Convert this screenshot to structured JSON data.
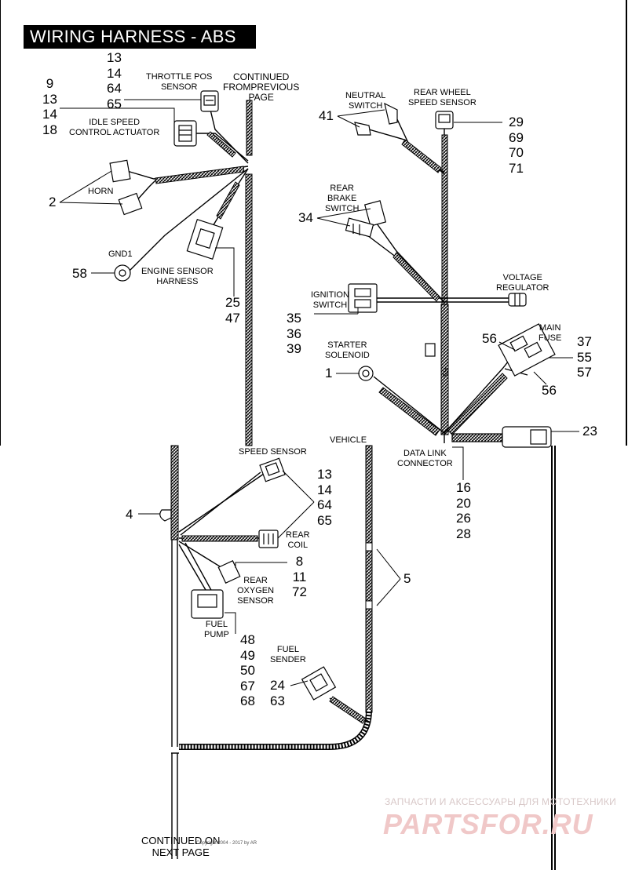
{
  "title": "WIRING HARNESS - ABS",
  "labels": {
    "continued_prev": "CONTINUED\nFROMPREVIOUS\nPAGE",
    "throttle": "THROTTLE POS\nSENSOR",
    "idle": "IDLE SPEED\nCONTROL ACTUATOR",
    "horn": "HORN",
    "gnd1": "GND1",
    "engine_sensor": "ENGINE SENSOR\nHARNESS",
    "neutral": "NEUTRAL\nSWITCH",
    "rear_wheel": "REAR WHEEL\nSPEED SENSOR",
    "rear_brake": "REAR\nBRAKE\nSWITCH",
    "voltage_reg": "VOLTAGE\nREGULATOR",
    "ignition": "IGNITION\nSWITCH",
    "starter": "STARTER\nSOLENOID",
    "main_fuse": "MAIN\nFUSE",
    "vehicle": "VEHICLE",
    "data_link": "DATA LINK\nCONNECTOR",
    "speed_sensor": "SPEED SENSOR",
    "rear_coil": "REAR\nCOIL",
    "rear_oxygen": "REAR\nOXYGEN\nSENSOR",
    "fuel_pump": "FUEL\nPUMP",
    "fuel_sender": "FUEL\nSENDER",
    "continued_next": "CONTINUED ON\nNEXT PAGE",
    "harness_num": "65"
  },
  "callouts": {
    "top_left_a": "13\n14\n64\n65",
    "top_left_b": "9\n13\n14\n18",
    "horn": "2",
    "gnd": "58",
    "engine_sensor": "25\n47",
    "neutral": "41",
    "rear_wheel": "29\n69\n70\n71",
    "rear_brake": "34",
    "ignition": "35\n36\n39",
    "starter": "1",
    "main_fuse_a": "56",
    "main_fuse_b": "37\n55\n57",
    "main_fuse_c": "56",
    "data_link_right": "23",
    "data_link": "16\n20\n26\n28",
    "clip": "4",
    "speed_sensor": "13\n14\n64\n65",
    "rear_oxygen": "8\n11\n72",
    "vehicle_clips": "5",
    "fuel_pump": "48\n49\n50\n67\n68",
    "fuel_sender": "24\n63"
  },
  "watermark": {
    "line1": "ЗАПЧАСТИ И АКСЕССУАРЫ ДЛЯ МОТОТЕХНИКИ",
    "line2": "PARTSFOR.RU"
  },
  "copyright": "Copyright 2004 - 2017 by AR"
}
